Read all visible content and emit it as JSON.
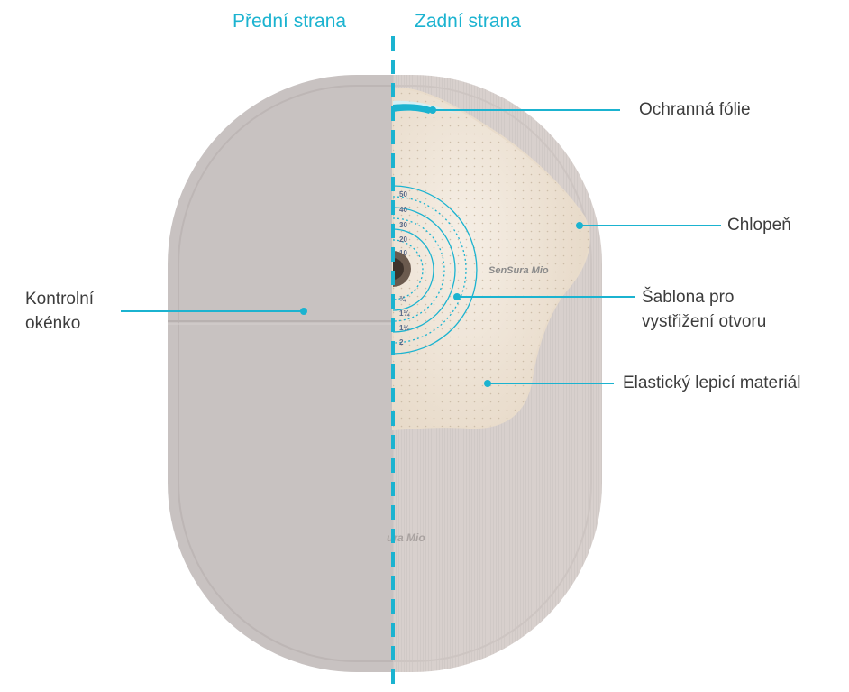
{
  "headers": {
    "front": "Přední strana",
    "back": "Zadní strana"
  },
  "labels": {
    "window_line1": "Kontrolní",
    "window_line2": "okénko",
    "protective_film": "Ochranná fólie",
    "flap": "Chlopeň",
    "template_line1": "Šablona pro",
    "template_line2": "vystřižení otvoru",
    "adhesive": "Elastický lepicí materiál"
  },
  "product": {
    "brand_on_wafer": "SenSura Mio",
    "brand_on_bag": "ura Mio",
    "scale_marks": [
      "50",
      "40",
      "30",
      "20",
      "10",
      "¾",
      "1¼",
      "1½",
      "2"
    ]
  },
  "colors": {
    "accent": "#1bb3d0",
    "bag_front": "#c8c2c1",
    "bag_back": "#d9d2cf",
    "wafer": "#ede3d6",
    "text": "#3c3c3c"
  }
}
